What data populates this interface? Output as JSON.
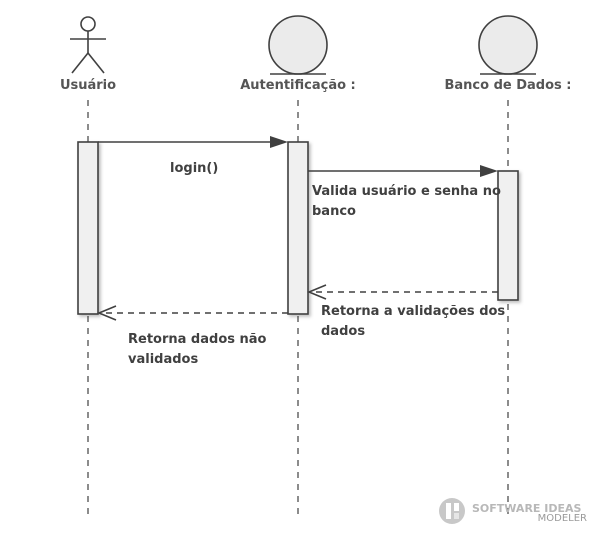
{
  "participants": [
    {
      "id": "user",
      "name": "Usuário",
      "kind": "actor"
    },
    {
      "id": "auth",
      "name": "Autentificação :",
      "kind": "entity"
    },
    {
      "id": "db",
      "name": "Banco de Dados :",
      "kind": "entity"
    }
  ],
  "messages": {
    "login": {
      "text": "login()"
    },
    "validate": {
      "line1": "Valida usuário e senha no",
      "line2": "banco"
    },
    "return_validation": {
      "line1": "Retorna a validações dos",
      "line2": "dados"
    },
    "return_data": {
      "line1": "Retorna dados não",
      "line2": "validados"
    }
  },
  "watermark": {
    "line1": "SOFTWARE IDEAS",
    "line2": "MODELER"
  },
  "colors": {
    "stroke": "#404040",
    "activation_fill": "#f0f0f0",
    "entity_fill": "#ebebeb",
    "label_text": "#555555",
    "message_text": "#404040"
  }
}
